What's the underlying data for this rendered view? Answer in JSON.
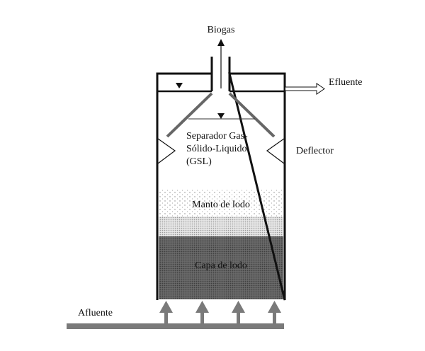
{
  "labels": {
    "biogas": "Biogas",
    "effluent": "Efluente",
    "separator_line1": "Separador Gas-",
    "separator_line2": "Sólido-Liquido",
    "separator_line3": "(GSL)",
    "deflector": "Deflector",
    "sludge_blanket": "Manto de lodo",
    "sludge_bed": "Capa de lodo",
    "influent": "Afluente"
  },
  "colors": {
    "outline": "#111111",
    "pipe_gray": "#7a7a7a",
    "sludge_bed": "#5e5e5e",
    "transition": "#c8c8c8"
  }
}
